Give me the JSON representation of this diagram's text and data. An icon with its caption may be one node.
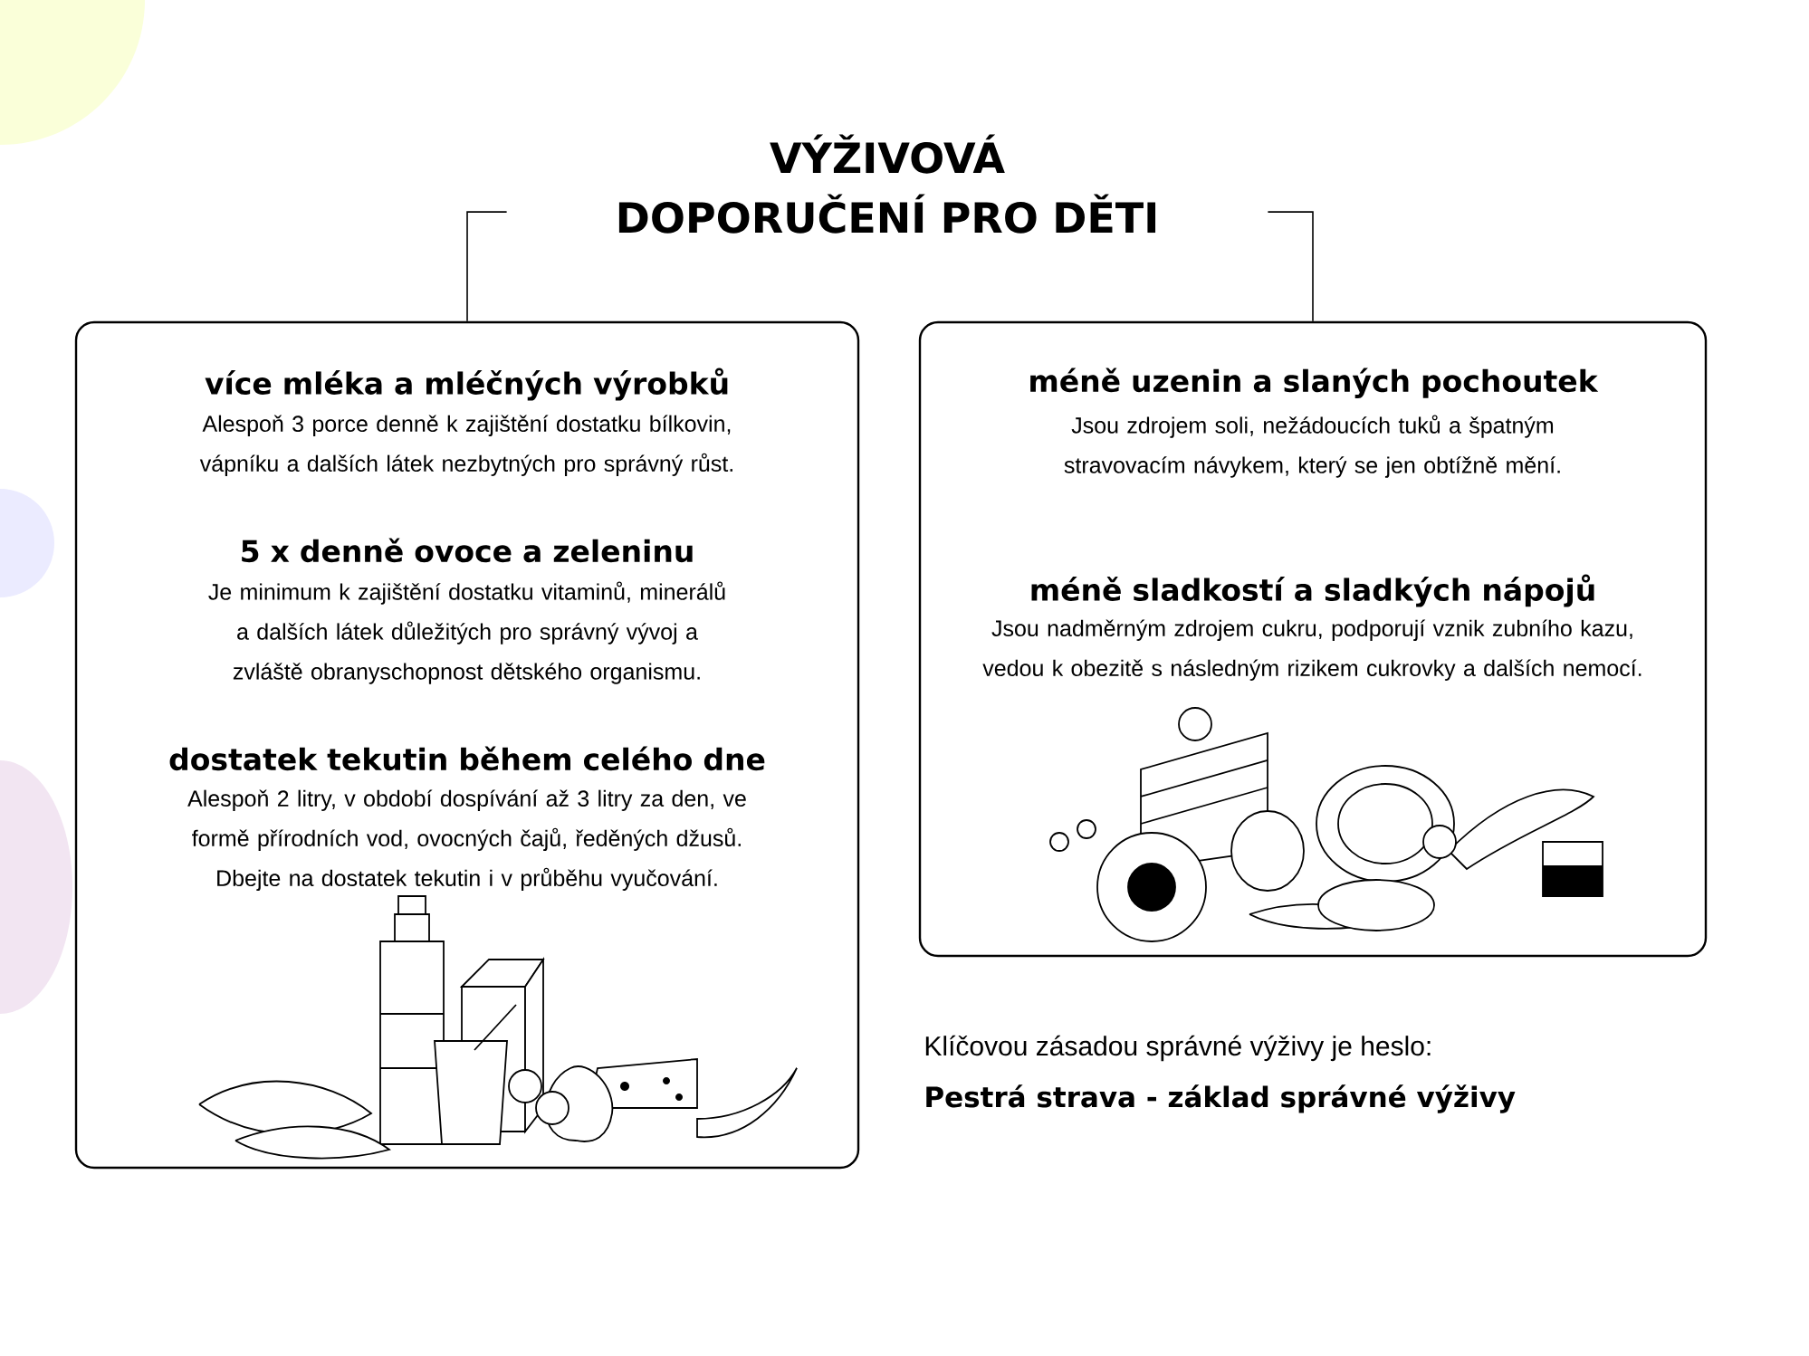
{
  "diagram": {
    "nodes": [
      {
        "text": [
          "VÝŽIVOVÁ DOPORUČENÍ PRO DĚTI"
        ]
      },
      {
        "text": [
          "více mléka a mléčných výrobků",
          "Alespoň 3 porce denně k zajištění dostatku bílkovin, vápníku a dalších látek nezbytných pro správný růst.",
          "5 x denně ovoce a zeleninu",
          "Je minimum k zajištění dostatku vitaminů, minerálů a dalších látek důležitých pro správný vývoj a zvláště obranyschopnost dětského organismu.",
          "dostatek tekutin během celého dne",
          "Alespoň 2 litry, v období dospívání až 3 litry za den, ve formě přírodních vod, ovocných čajů, ředěných džusů. Dbejte na dostatek tekutin i v průběhu vyučování."
        ]
      },
      {
        "text": [
          "méně uzenin a slaných pochoutek",
          "Jsou zdrojem soli, nežádoucích tuků a špatným stravovacím návykem, který se jen obtížně mění.",
          "méně sladkostí a sladkých nápojů",
          "Jsou nadměrným zdrojem cukru, podporují vznik zubního kazu, vedou k obezitě s následným rizikem cukrovky a dalších nemocí."
        ]
      }
    ],
    "edges": [
      {
        "from": 0,
        "to": 1,
        "arrow": "none"
      },
      {
        "from": 0,
        "to": 2,
        "arrow": "none"
      }
    ],
    "labels": [
      "Klíčovou zásadou správné výživy je heslo:",
      "Pestrá strava - základ správné výživy"
    ]
  }
}
